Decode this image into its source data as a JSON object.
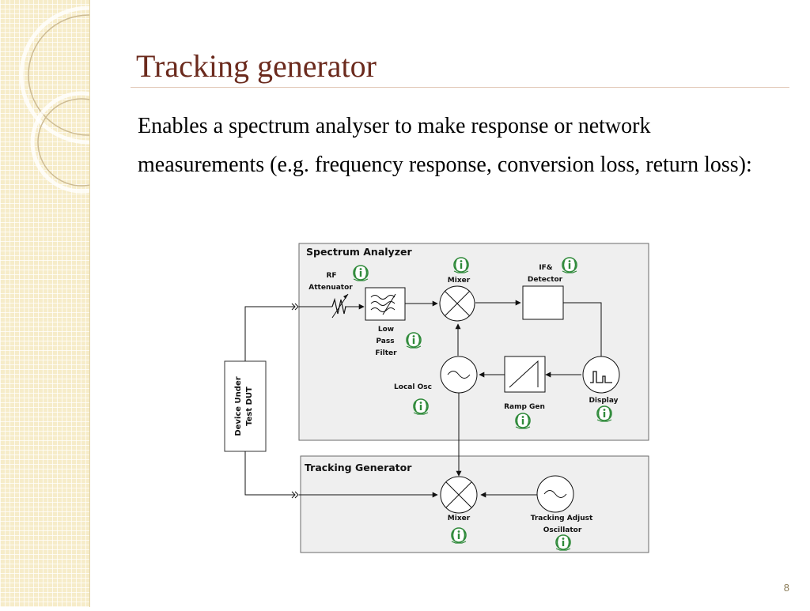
{
  "slide": {
    "title": "Tracking generator",
    "body": "Enables a spectrum analyser to make response or network measurements (e.g. frequency response, conversion loss, return loss):",
    "page_number": "8"
  },
  "diagram": {
    "spectrum_analyzer_label": "Spectrum Analyzer",
    "tracking_generator_label": "Tracking Generator",
    "dut_label_line1": "Device Under",
    "dut_label_line2": "Test DUT",
    "rf_attenuator_line1": "RF",
    "rf_attenuator_line2": "Attenuator",
    "low_pass_filter_line1": "Low",
    "low_pass_filter_line2": "Pass",
    "low_pass_filter_line3": "Filter",
    "mixer_label": "Mixer",
    "if_detector_line1": "IF&",
    "if_detector_line2": "Detector",
    "local_osc_label": "Local Osc",
    "ramp_gen_label": "Ramp Gen",
    "display_label": "Display",
    "tg_mixer_label": "Mixer",
    "tracking_osc_line1": "Tracking Adjust",
    "tracking_osc_line2": "Oscillator"
  },
  "colors": {
    "title": "#6b2a1d",
    "panel_fill": "#efefef",
    "info_icon": "#2f8a3a"
  },
  "icons": {
    "info": "info-badge-icon"
  }
}
